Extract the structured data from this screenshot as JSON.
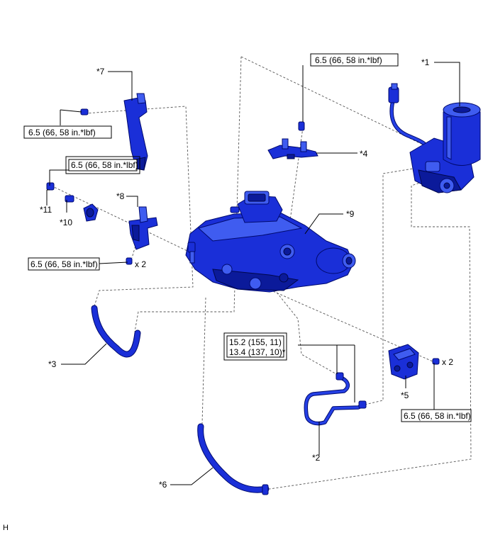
{
  "labels": {
    "p1": "*1",
    "p2": "*2",
    "p3": "*3",
    "p4": "*4",
    "p5": "*5",
    "p6": "*6",
    "p7": "*7",
    "p8": "*8",
    "p9": "*9",
    "p10": "*10",
    "p11": "*11"
  },
  "torques": {
    "t_top": "6.5 (66, 58 in.*lbf)",
    "t_left_upper": "6.5 (66, 58 in.*lbf)",
    "t_left_reuse": "6.5 (66, 58 in.*lbf)",
    "t_left_lower": "6.5 (66, 58 in.*lbf)",
    "t_right_lower": "6.5 (66, 58 in.*lbf)",
    "t_pipe_line1": "15.2 (155, 11)",
    "t_pipe_line2": "13.4 (137, 10)*"
  },
  "multipliers": {
    "m1": "x 2",
    "m2": "x 2"
  },
  "corner_letter": "H",
  "colors": {
    "part": "#1a2fd8",
    "part_dark": "#0b1a9a",
    "part_light": "#3f5cf0"
  }
}
